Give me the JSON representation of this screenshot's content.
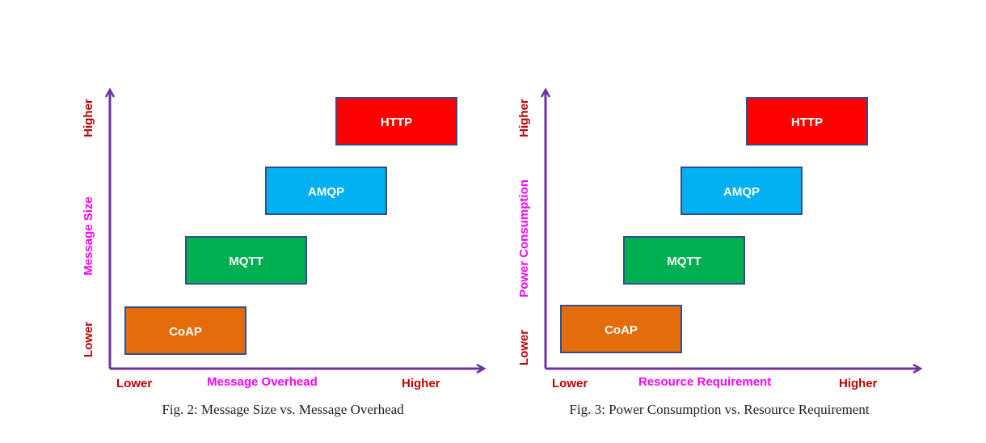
{
  "figures": [
    {
      "caption": "Fig. 2: Message Size vs. Message Overhead",
      "x_axis": {
        "title": "Message Overhead",
        "low": "Lower",
        "high": "Higher"
      },
      "y_axis": {
        "title": "Message Size",
        "low": "Lower",
        "high": "Higher"
      },
      "boxes": [
        {
          "label": "CoAP",
          "color": "#E46C0A"
        },
        {
          "label": "MQTT",
          "color": "#00B050"
        },
        {
          "label": "AMQP",
          "color": "#00B0F0"
        },
        {
          "label": "HTTP",
          "color": "#FF0000"
        }
      ]
    },
    {
      "caption": "Fig. 3: Power Consumption vs. Resource Requirement",
      "x_axis": {
        "title": "Resource Requirement",
        "low": "Lower",
        "high": "Higher"
      },
      "y_axis": {
        "title": "Power Consumption",
        "low": "Lower",
        "high": "Higher"
      },
      "boxes": [
        {
          "label": "CoAP",
          "color": "#E46C0A"
        },
        {
          "label": "MQTT",
          "color": "#00B050"
        },
        {
          "label": "AMQP",
          "color": "#00B0F0"
        },
        {
          "label": "HTTP",
          "color": "#FF0000"
        }
      ]
    }
  ],
  "colors": {
    "axis": "#7030A0",
    "axis_title": "#FF00FF",
    "axis_extreme": "#C00000",
    "box_border": "#2F4F8F",
    "box_text": "#FFFFFF"
  }
}
